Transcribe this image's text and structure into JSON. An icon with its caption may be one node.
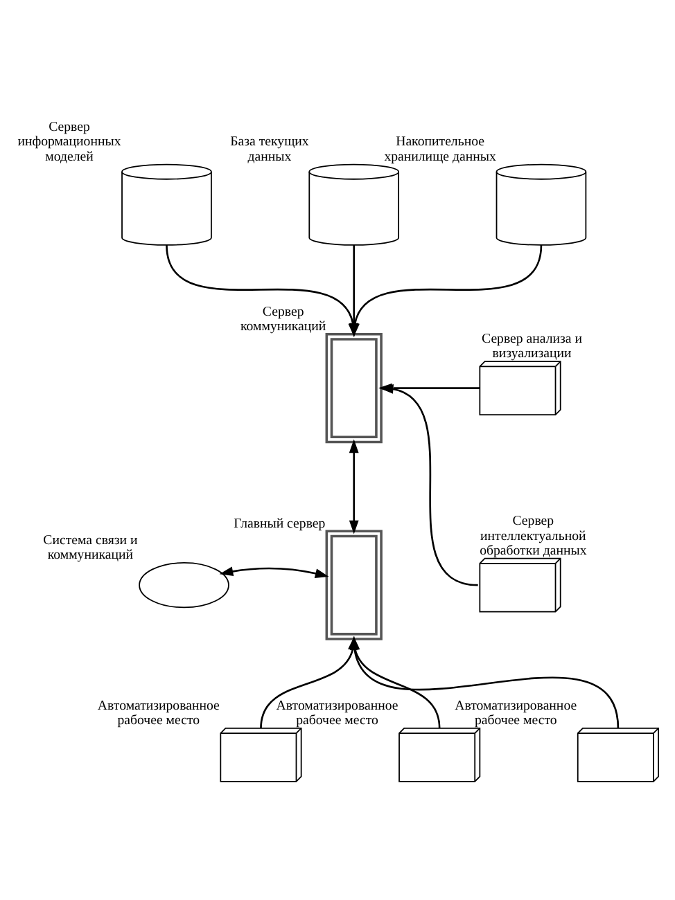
{
  "diagram": {
    "nodes": [
      {
        "text": [],
        "shape": "cylinder",
        "beside": [
          "Сервер информационных моделей"
        ]
      },
      {
        "text": [],
        "shape": "cylinder",
        "beside": [
          "База текущих данных"
        ]
      },
      {
        "text": [],
        "shape": "cylinder",
        "beside": [
          "Накопительное хранилище данных"
        ]
      },
      {
        "text": [],
        "shape": "server",
        "beside": [
          "Сервер коммуникаций"
        ]
      },
      {
        "text": [],
        "shape": "computer",
        "beside": [
          "Сервер анализа и визуализации"
        ]
      },
      {
        "text": [],
        "shape": "computer",
        "beside": [
          "Сервер интеллектуальной обработки данных"
        ]
      },
      {
        "text": [],
        "shape": "cloud",
        "beside": [
          "Система связи и коммуникаций"
        ]
      },
      {
        "text": [],
        "shape": "server",
        "beside": [
          "Главный сервер"
        ]
      },
      {
        "text": [],
        "shape": "computer",
        "beside": [
          "Автоматизированное рабочее место"
        ]
      },
      {
        "text": [],
        "shape": "computer",
        "beside": [
          "Автоматизированное рабочее место"
        ]
      },
      {
        "text": [],
        "shape": "computer",
        "beside": [
          "Автоматизированное рабочее место"
        ]
      }
    ],
    "edges": [
      {
        "from": 0,
        "to": 3,
        "arrow": "to"
      },
      {
        "from": 1,
        "to": 3,
        "arrow": "to"
      },
      {
        "from": 2,
        "to": 3,
        "arrow": "to"
      },
      {
        "from": 4,
        "to": 3,
        "arrow": "to"
      },
      {
        "from": 5,
        "to": 3,
        "arrow": "to"
      },
      {
        "from": 3,
        "to": 7,
        "arrow": "both"
      },
      {
        "from": 6,
        "to": 7,
        "arrow": "both"
      },
      {
        "from": 8,
        "to": 7,
        "arrow": "to"
      },
      {
        "from": 9,
        "to": 7,
        "arrow": "to"
      },
      {
        "from": 10,
        "to": 7,
        "arrow": "to"
      }
    ]
  }
}
